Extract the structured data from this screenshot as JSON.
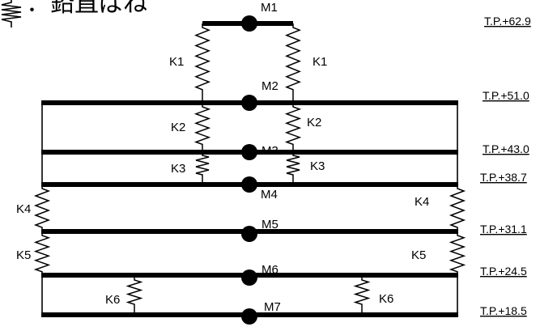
{
  "legend": {
    "text": "：鉛直ばね"
  },
  "masses": [
    {
      "label": "M1"
    },
    {
      "label": "M2"
    },
    {
      "label": "M3"
    },
    {
      "label": "M4"
    },
    {
      "label": "M5"
    },
    {
      "label": "M6"
    },
    {
      "label": "M7"
    }
  ],
  "levels": [
    {
      "label": "T.P.+62.9"
    },
    {
      "label": "T.P.+51.0"
    },
    {
      "label": "T.P.+43.0"
    },
    {
      "label": "T.P.+38.7"
    },
    {
      "label": "T.P.+31.1"
    },
    {
      "label": "T.P.+24.5"
    },
    {
      "label": "T.P.+18.5"
    }
  ],
  "springs": {
    "k1": "K1",
    "k2": "K2",
    "k3": "K3",
    "k4": "K4",
    "k5": "K5",
    "k6": "K6"
  }
}
